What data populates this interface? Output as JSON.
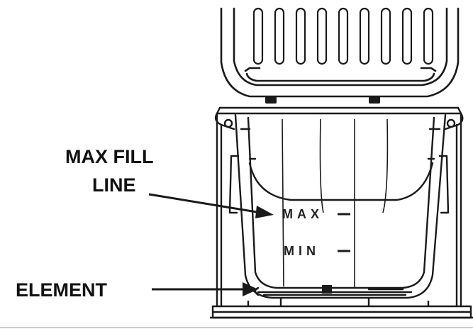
{
  "labels": {
    "max_fill_line_1": "MAX FILL",
    "max_fill_line_2": "LINE",
    "element": "ELEMENT",
    "max_mark": "MAX",
    "min_mark": "MIN"
  },
  "colors": {
    "line": "#1a1a1a",
    "background": "#ffffff",
    "bottom_rule": "#cfcfcf"
  }
}
